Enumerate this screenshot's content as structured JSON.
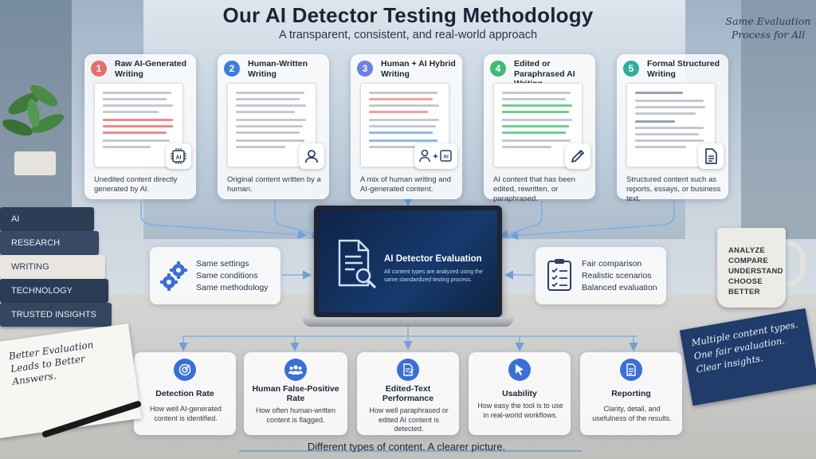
{
  "header": {
    "title": "Our AI Detector Testing Methodology",
    "subtitle": "A transparent, consistent, and real-world approach"
  },
  "corner_note": "Same Evaluation Process for All",
  "content_types": [
    {
      "number": "1",
      "title": "Raw AI-Generated Writing",
      "description": "Unedited content directly generated by AI.",
      "color": "#e86d6d",
      "icon": "ai-chip-icon",
      "badge": "AI"
    },
    {
      "number": "2",
      "title": "Human-Written Writing",
      "description": "Original content written by a human.",
      "color": "#3a7de0",
      "icon": "person-icon"
    },
    {
      "number": "3",
      "title": "Human + AI Hybrid Writing",
      "description": "A mix of human writing and AI-generated content.",
      "color": "#6a7fe8",
      "icon": "person-plus-ai-icon",
      "badge": "AI"
    },
    {
      "number": "4",
      "title": "Edited or Paraphrased AI Writing",
      "description": "AI content that has been edited, rewritten, or paraphrased.",
      "color": "#3fba73",
      "icon": "pencil-icon"
    },
    {
      "number": "5",
      "title": "Formal Structured Writing",
      "description": "Structured content such as reports, essays, or business text.",
      "color": "#2fae9e",
      "icon": "document-icon"
    }
  ],
  "left_panel": {
    "lines": [
      "Same settings",
      "Same conditions",
      "Same methodology"
    ],
    "icon": "gears-icon"
  },
  "right_panel": {
    "lines": [
      "Fair comparison",
      "Realistic scenarios",
      "Balanced evaluation"
    ],
    "icon": "checklist-icon"
  },
  "evaluation": {
    "title": "AI Detector Evaluation",
    "description": "All content types are analyzed using the same standardized testing process.",
    "icon": "document-search-icon"
  },
  "metrics": [
    {
      "title": "Detection Rate",
      "description": "How well AI-generated content is identified.",
      "icon": "target-icon"
    },
    {
      "title": "Human False-Positive Rate",
      "description": "How often human-written content is flagged.",
      "icon": "group-icon"
    },
    {
      "title": "Edited-Text Performance",
      "description": "How well paraphrased or edited AI content is detected.",
      "icon": "edit-document-icon"
    },
    {
      "title": "Usability",
      "description": "How easy the tool is to use in real-world workflows.",
      "icon": "cursor-icon"
    },
    {
      "title": "Reporting",
      "description": "Clarity, detail, and usefulness of the results.",
      "icon": "report-icon"
    }
  ],
  "footer": "Different types of content. A clearer picture.",
  "books": [
    "AI",
    "RESEARCH",
    "WRITING",
    "TECHNOLOGY",
    "TRUSTED INSIGHTS"
  ],
  "notebook_note": "Better Evaluation Leads to Better Answers.",
  "mug_text": [
    "ANALYZE",
    "COMPARE",
    "UNDERSTAND",
    "CHOOSE BETTER"
  ],
  "blue_note": "Multiple content types. One fair evaluation. Clear insights."
}
